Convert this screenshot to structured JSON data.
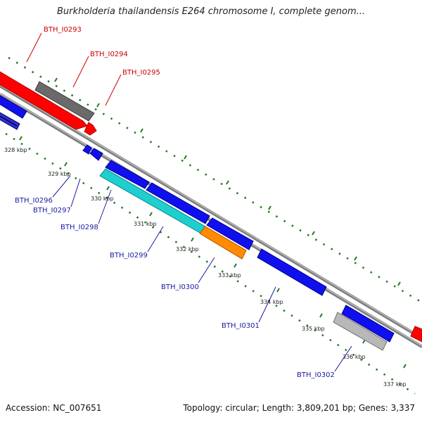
{
  "title": "Burkholderia thailandensis E264 chromosome I, complete genom...",
  "colors": {
    "forward_label": "#cc0000",
    "reverse_label": "#1a1aa0",
    "tick": "#1e7a1e",
    "backbone": "#8c8c8c"
  },
  "forward_genes": [
    {
      "id": "BTH_I0293",
      "color": "#ff0000"
    },
    {
      "id": "BTH_I0294",
      "color": "#666666"
    },
    {
      "id": "BTH_I0295",
      "color": "#ff0000"
    }
  ],
  "reverse_genes": [
    {
      "id": "BTH_I0296",
      "color": "#1010ee"
    },
    {
      "id": "BTH_I0297",
      "color": "#1010ee"
    },
    {
      "id": "BTH_I0298",
      "color": "#1010ee"
    },
    {
      "id": "BTH_I0299",
      "color": "#1fcfcf"
    },
    {
      "id": "BTH_I0300",
      "color": "#ff8c00"
    },
    {
      "id": "BTH_I0301",
      "color": "#1010ee"
    },
    {
      "id": "BTH_I0302",
      "color": "#b8b8b8"
    }
  ],
  "kbp_ticks": [
    "328 kbp",
    "329 kbp",
    "330 kbp",
    "331 kbp",
    "332 kbp",
    "333 kbp",
    "334 kbp",
    "335 kbp",
    "336 kbp",
    "337 kbp"
  ],
  "footer": {
    "accession": "Accession: NC_007651",
    "topology": "Topology: circular; Length: 3,809,201 bp; Genes: 3,337"
  }
}
